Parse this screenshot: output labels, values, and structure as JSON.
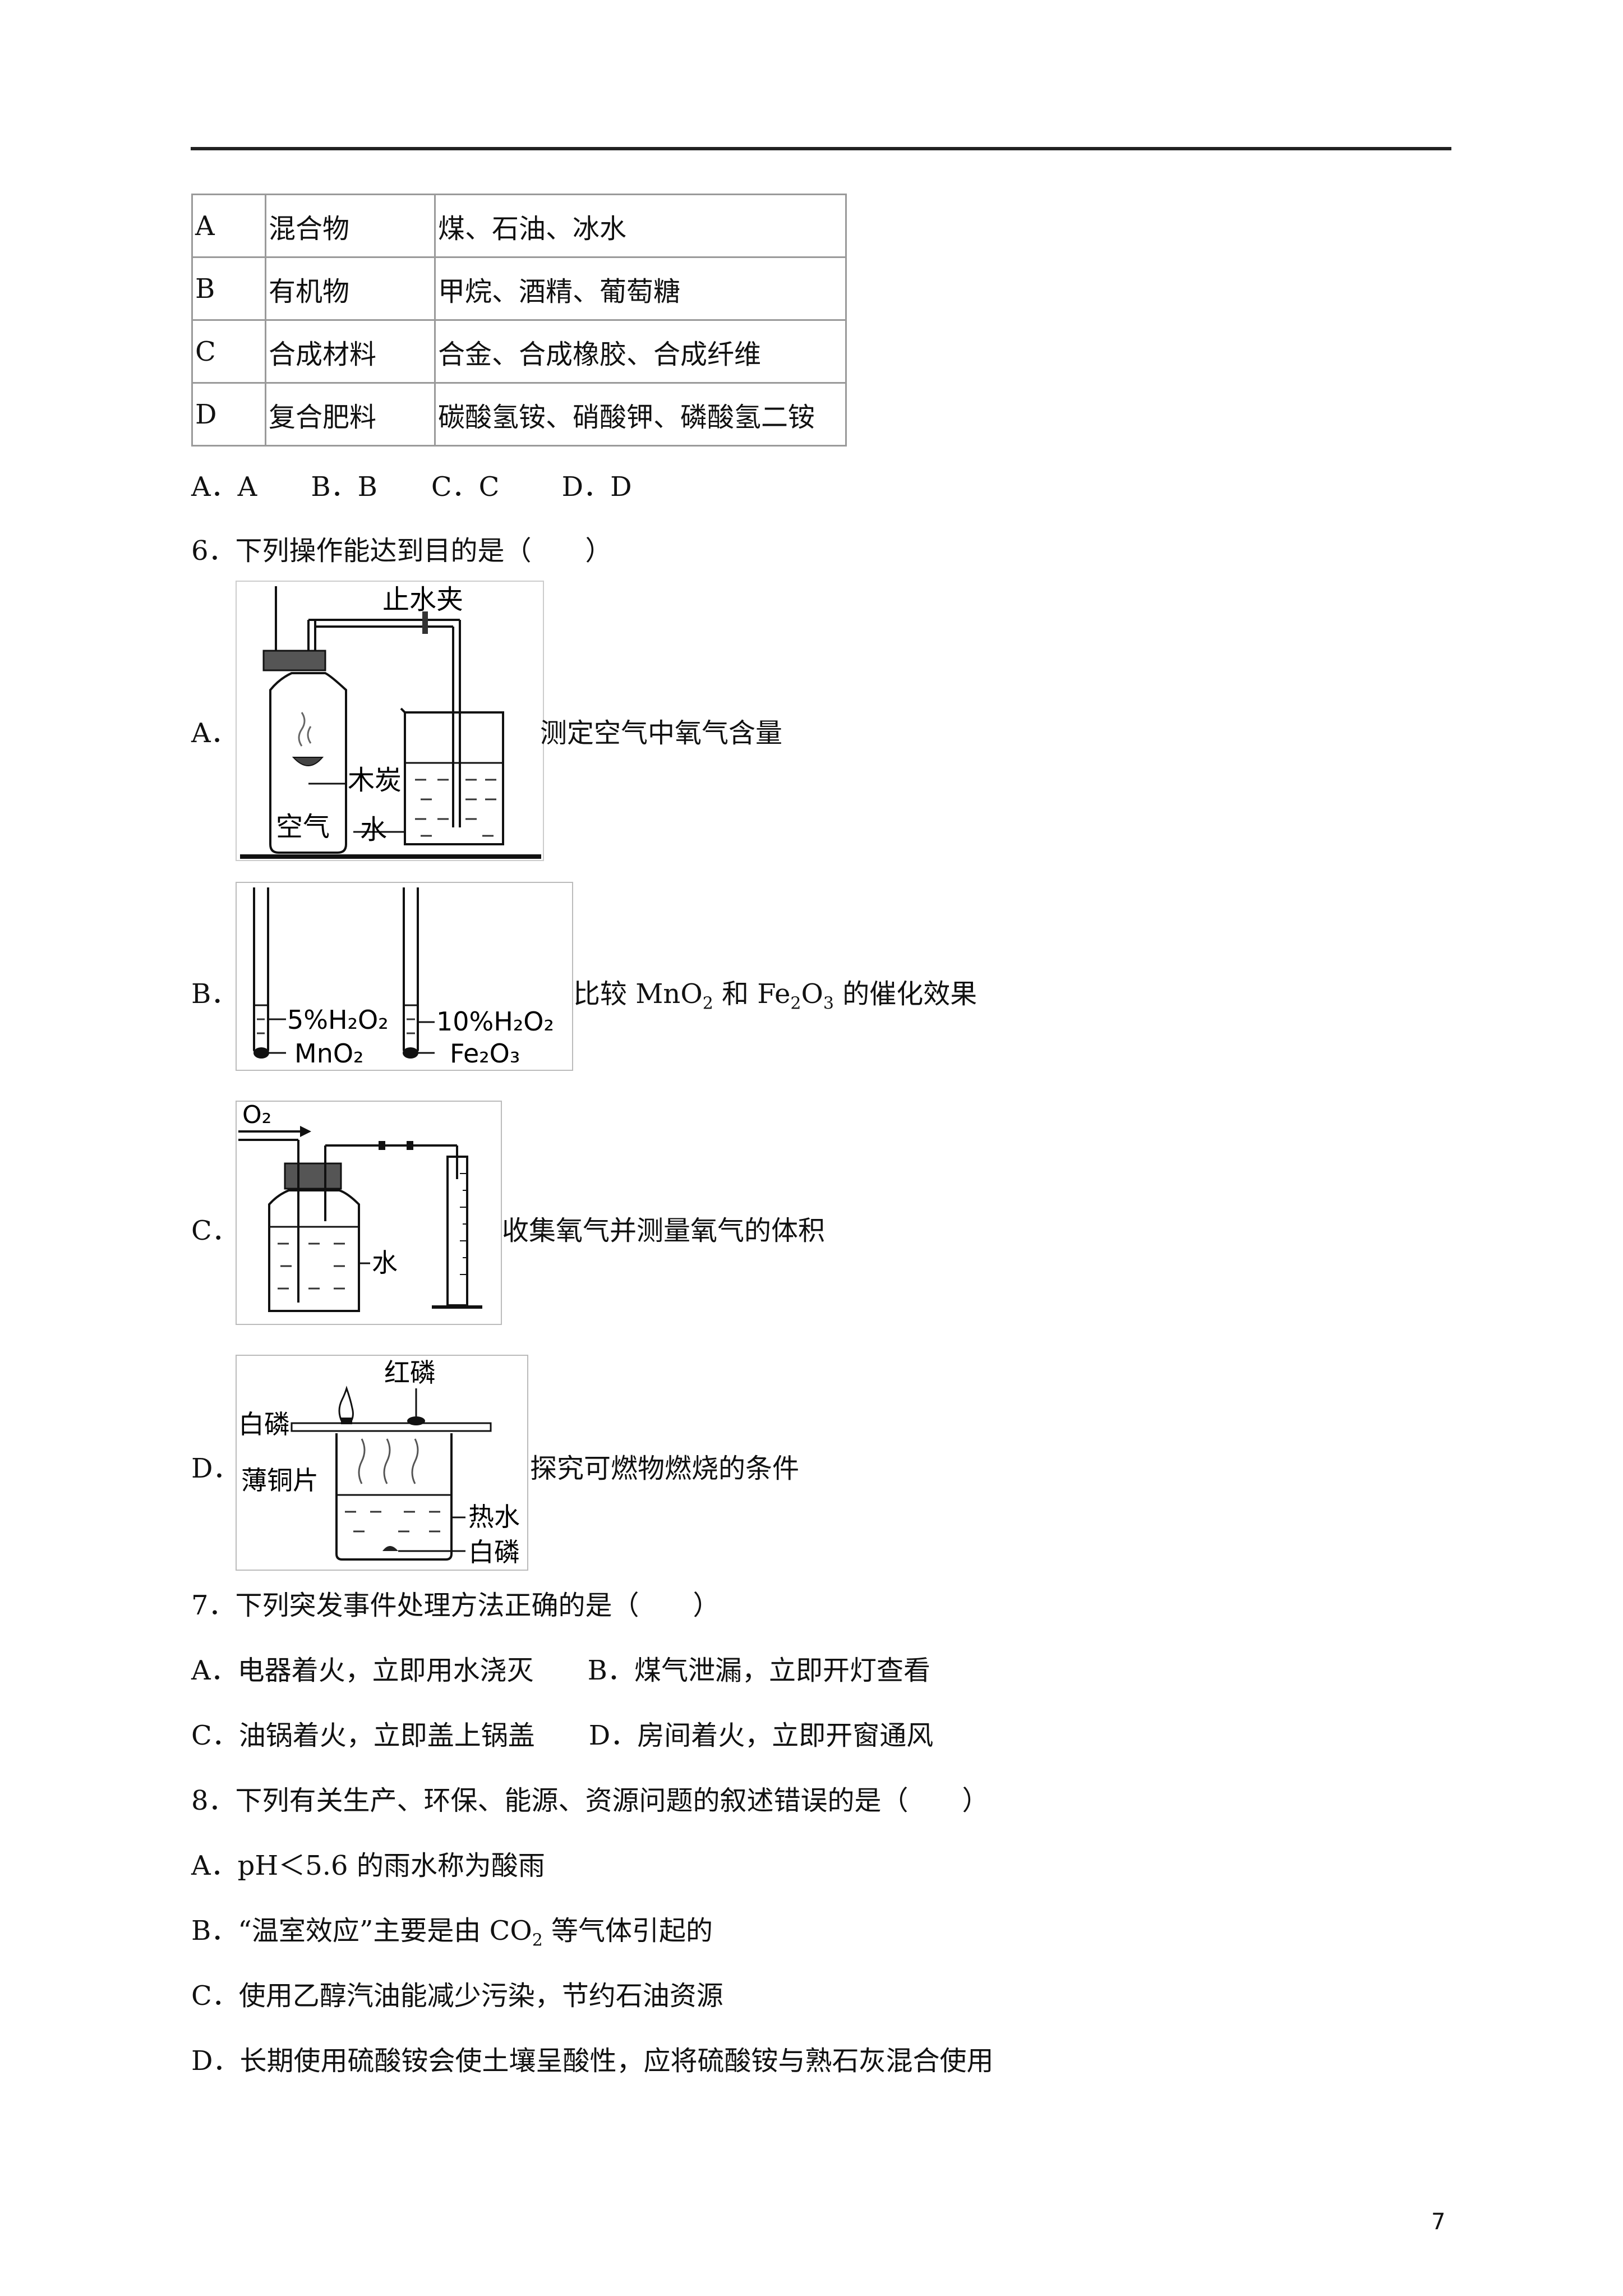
{
  "table5": [
    {
      "letter": "A",
      "category": "混合物",
      "items": "煤、石油、冰水"
    },
    {
      "letter": "B",
      "category": "有机物",
      "items": "甲烷、酒精、葡萄糖"
    },
    {
      "letter": "C",
      "category": "合成材料",
      "items": "合金、合成橡胶、合成纤维"
    },
    {
      "letter": "D",
      "category": "复合肥料",
      "items": "碳酸氢铵、硝酸钾、磷酸氢二铵"
    }
  ],
  "q5_options": "A．A　　B．B　　C．C　　 D．D",
  "q6": {
    "stem": "6．下列操作能达到目的是（　　）",
    "A": {
      "label": "A．",
      "text": "测定空气中氧气含量",
      "fig": {
        "clip": "止水夹",
        "charcoal": "木炭",
        "air": "空气",
        "water": "水"
      }
    },
    "B": {
      "label": "B．",
      "text_pre": "比较 MnO",
      "sub1": "2",
      "text_mid": " 和 Fe",
      "sub2": "2",
      "text_mid2": "O",
      "sub3": "3",
      "text_post": " 的催化效果",
      "fig": {
        "h2o2_5": "5%H₂O₂",
        "mno2": "MnO₂",
        "h2o2_10": "10%H₂O₂",
        "fe2o3": "Fe₂O₃"
      }
    },
    "C": {
      "label": "C．",
      "text": "收集氧气并测量氧气的体积",
      "fig": {
        "o2": "O₂",
        "water": "水"
      }
    },
    "D": {
      "label": "D．",
      "text": "探究可燃物燃烧的条件",
      "fig": {
        "red_p": "红磷",
        "white_p_top": "白磷",
        "copper": "薄铜片",
        "hot_water": "热水",
        "white_p_bottom": "白磷"
      }
    }
  },
  "q7": {
    "stem": "7．下列突发事件处理方法正确的是（　　）",
    "row1": "A．电器着火，立即用水浇灭　　B．煤气泄漏，立即开灯查看",
    "row2": "C．油锅着火，立即盖上锅盖　　D．房间着火，立即开窗通风"
  },
  "q8": {
    "stem": "8．下列有关生产、环保、能源、资源问题的叙述错误的是（　　）",
    "A": "A．pH＜5.6 的雨水称为酸雨",
    "B_pre": "B．“温室效应”主要是由 CO",
    "B_sub": "2",
    "B_post": " 等气体引起的",
    "C": "C．使用乙醇汽油能减少污染，节约石油资源",
    "D": "D．长期使用硫酸铵会使土壤呈酸性，应将硫酸铵与熟石灰混合使用"
  },
  "page_number": "7"
}
